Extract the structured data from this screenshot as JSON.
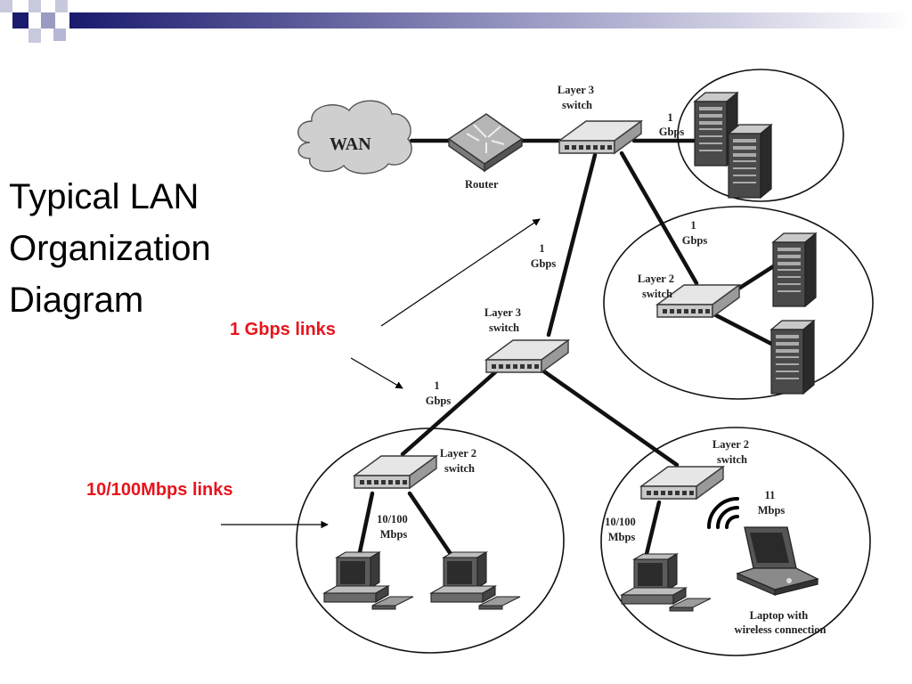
{
  "slide": {
    "title_lines": [
      "Typical LAN",
      "Organization",
      "Diagram"
    ]
  },
  "callouts": {
    "gbps_links": "1 Gbps links",
    "mbps_links": "10/100Mbps links"
  },
  "diagram": {
    "wan": "WAN",
    "router": "Router",
    "core_switch": [
      "Layer 3",
      "switch"
    ],
    "core_server_link": [
      "1",
      "Gbps"
    ],
    "core_to_server_switch_link": [
      "1",
      "Gbps"
    ],
    "core_to_mid_link": [
      "1",
      "Gbps"
    ],
    "mid_switch": [
      "Layer 3",
      "switch"
    ],
    "mid_to_left_link": [
      "1",
      "Gbps"
    ],
    "server_switch": [
      "Layer 2",
      "switch"
    ],
    "left_switch": [
      "Layer 2",
      "switch"
    ],
    "left_pc_link": [
      "10/100",
      "Mbps"
    ],
    "right_switch": [
      "Layer 2",
      "switch"
    ],
    "right_pc_link": [
      "10/100",
      "Mbps"
    ],
    "wireless_link": [
      "11",
      "Mbps"
    ],
    "laptop": [
      "Laptop with",
      "wireless connection"
    ]
  },
  "colors": {
    "accent_red": "#e8141c",
    "bar_navy": "#1a1a6e",
    "bar_light": "#b6b6d6"
  },
  "icons": [
    "wan-cloud-icon",
    "router-icon",
    "switch-icon",
    "server-icon",
    "desktop-pc-icon",
    "laptop-icon",
    "wireless-signal-icon"
  ]
}
